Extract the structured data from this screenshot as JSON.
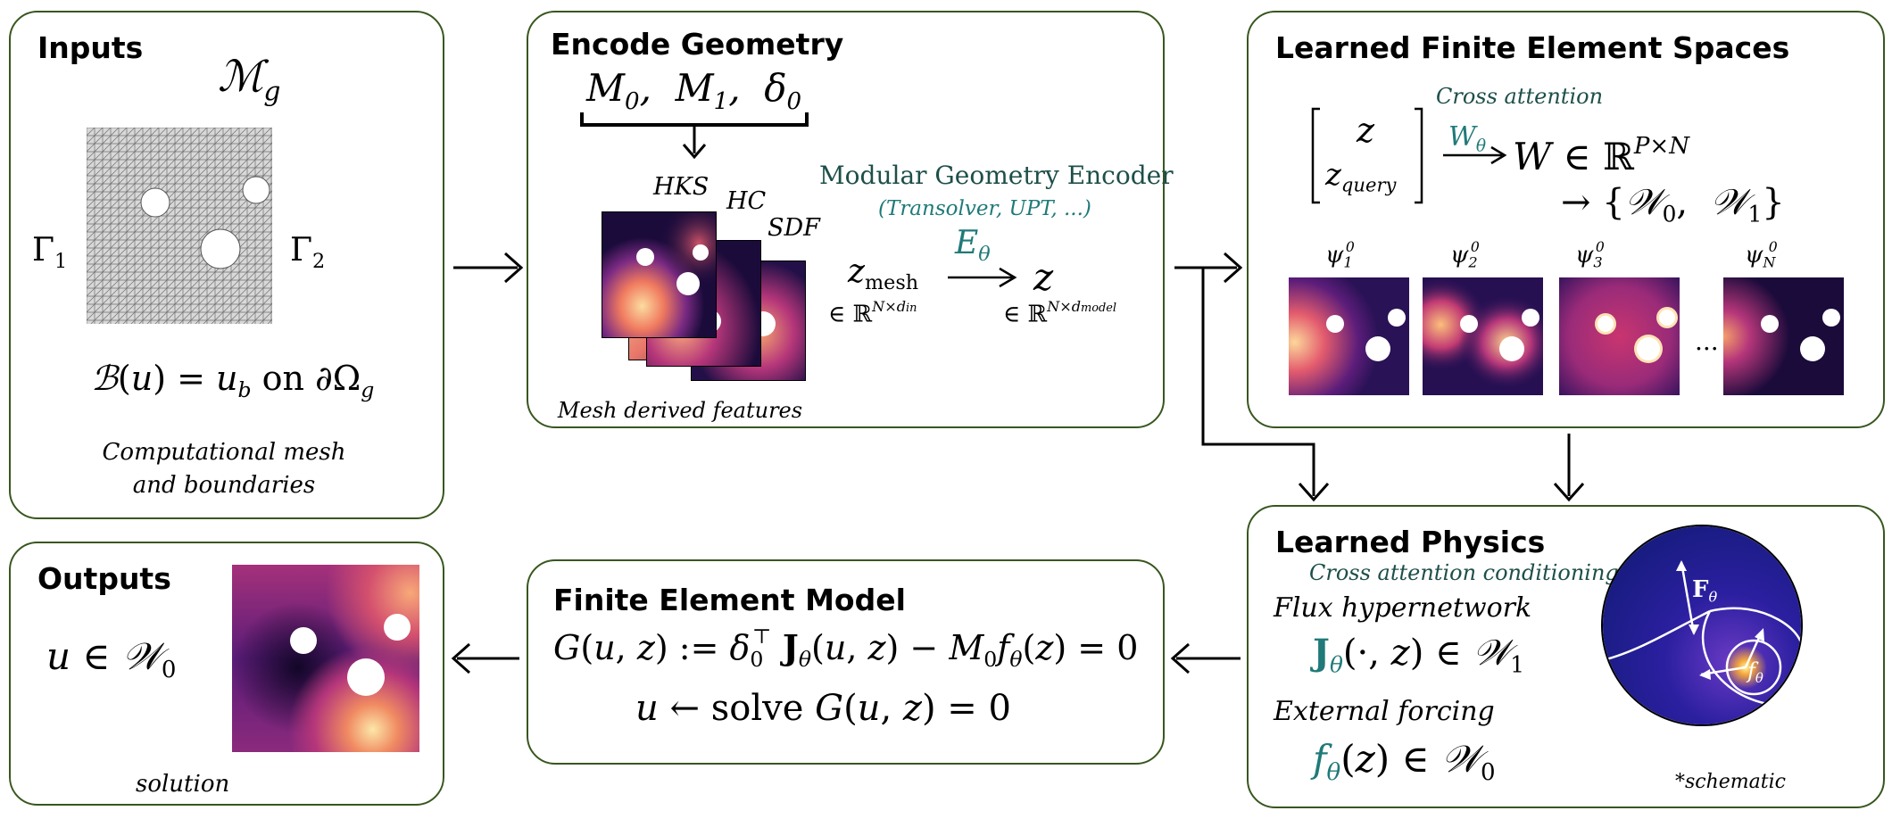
{
  "panels": {
    "inputs": {
      "title": "Inputs",
      "mesh_symbol": "ℳg",
      "gamma1": "Γ1",
      "gamma2": "Γ2",
      "boundary_eq": "ℬ(u) = u_b on ∂Ω_g",
      "caption_line1": "Computational mesh",
      "caption_line2": "and boundaries"
    },
    "encode": {
      "title": "Encode Geometry",
      "input_symbols": "M0,  M1,  δ0",
      "layer_labels": [
        "HKS",
        "HC",
        "SDF"
      ],
      "encoder_title": "Modular Geometry Encoder",
      "encoder_examples": "(Transolver, UPT, ...)",
      "z_mesh": "z_mesh",
      "z_mesh_space": "∈ ℝ^(N×d_in)",
      "encoder_fn": "Eθ",
      "z": "z",
      "z_space": "∈ ℝ^(N×d_model)",
      "caption": "Mesh derived features"
    },
    "spaces": {
      "title": "Learned Finite Element Spaces",
      "cross_attention": "Cross attention",
      "vec_top": "z",
      "vec_bottom": "z_query",
      "weight_fn": "Wθ",
      "W_space": "W ∈ ℝ^(P×N)",
      "W_split": "→ {𝒲0, 𝒲1}",
      "basis_labels": [
        "ψ1⁰",
        "ψ2⁰",
        "ψ3⁰",
        "ψN⁰"
      ],
      "ellipsis": "..."
    },
    "physics": {
      "title": "Learned Physics",
      "conditioning": "Cross attention conditioning",
      "flux_label": "Flux hypernetwork",
      "flux_eq": "Jθ(·, z) ∈ 𝒲1",
      "forcing_label": "External forcing",
      "forcing_eq": "fθ(z) ∈ 𝒲0",
      "schematic_F": "Fθ",
      "schematic_f": "fθ",
      "schematic_note": "*schematic"
    },
    "fem": {
      "title": "Finite Element Model",
      "residual_eq": "G(u, z) := δ0⊤ Jθ(u, z) − M0 fθ(z) = 0",
      "solve_eq": "u ← solve G(u, z) = 0"
    },
    "outputs": {
      "title": "Outputs",
      "solution_space": "u ∈ 𝒲0",
      "caption": "solution"
    }
  },
  "colors": {
    "panel_border": "#38571f",
    "accent_teal": "#1f7a79",
    "label_teal": "#1d4f49",
    "heatmap_dark": "#1b0b3b",
    "heatmap_mid": "#b5367a",
    "heatmap_bright": "#fcefb0",
    "schematic_bg": "#1b1f8a"
  }
}
